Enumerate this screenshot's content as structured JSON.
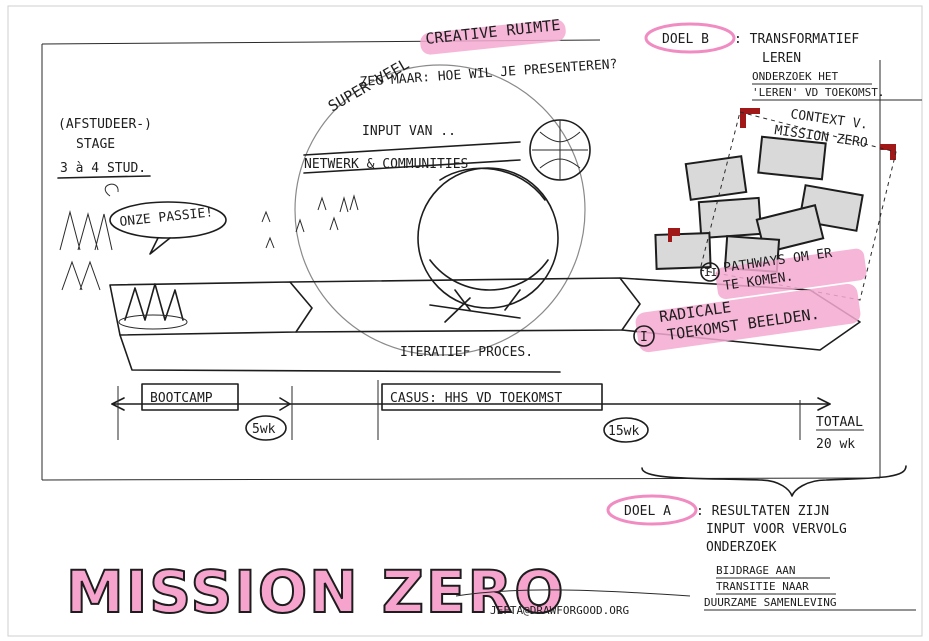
{
  "title": "MISSION ZERO",
  "top_banner": {
    "line1_part1": "SUPER VEEL",
    "line1_highlight": "CREATIVE RUIMTE",
    "line2": "ZEG MAAR: HOE WIL JE PRESENTEREN?"
  },
  "network": {
    "input_label": "INPUT VAN ..",
    "network_label": "NETWERK & COMMUNITIES"
  },
  "left": {
    "stage_line1": "(AFSTUDEER-)",
    "stage_line2": "STAGE",
    "students": "3 à 4 STUD.",
    "passion_bubble": "ONZE PASSIE!"
  },
  "goal_b": {
    "label": "DOEL B",
    "text_line1": ": TRANSFORMATIEF",
    "text_line2": "LEREN",
    "sub_line1": "ONDERZOEK HET",
    "sub_line2": "'LEREN' VD TOEKOMST."
  },
  "context": {
    "line1": "CONTEXT V.",
    "line2": "MISSION ZERO"
  },
  "pathways": {
    "marker": "II",
    "line1": "PATHWAYS OM ER",
    "line2": "TE KOMEN."
  },
  "radical": {
    "marker": "I",
    "line1": "RADICALE",
    "line2": "TOEKOMST BEELDEN."
  },
  "process": {
    "iterative": "ITERATIEF PROCES."
  },
  "timeline": {
    "bootcamp": "BOOTCAMP",
    "bootcamp_duration": "5wk",
    "casus": "CASUS: HHS VD TOEKOMST",
    "casus_duration": "15wk",
    "total_line1": "TOTAAL",
    "total_line2": "20 wk"
  },
  "goal_a": {
    "label": "DOEL A",
    "line1": ": RESULTATEN ZIJN",
    "line2": "INPUT VOOR VERVOLG",
    "line3": "ONDERZOEK",
    "line4": "BIJDRAGE AAN",
    "line5": "TRANSITIE NAAR",
    "line6": "DUURZAME SAMENLEVING"
  },
  "signature": "JEFTA@DRAWFORGOOD.ORG",
  "colors": {
    "highlight": "#f5a9d0",
    "ink": "#1d1d1d",
    "accent_red": "#a01818"
  }
}
